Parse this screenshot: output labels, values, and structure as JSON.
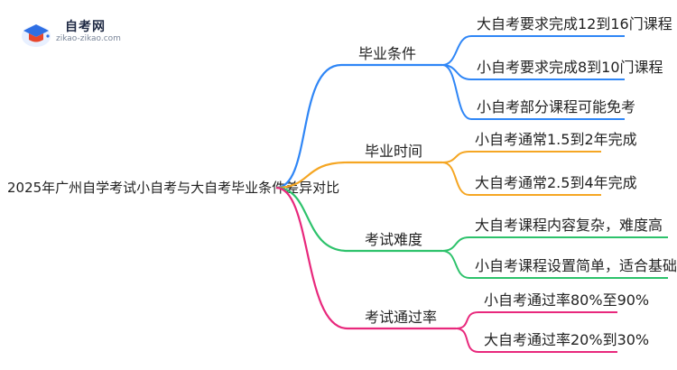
{
  "logo": {
    "name": "自考网",
    "url": "zikao-zikao.com"
  },
  "root": "2025年广州自学考试小自考与大自考毕业条件差异对比",
  "branches": [
    {
      "label": "毕业条件",
      "color": "#2f86f6",
      "children": [
        "大自考要求完成12到16门课程",
        "小自考要求完成8到10门课程",
        "小自考部分课程可能免考"
      ]
    },
    {
      "label": "毕业时间",
      "color": "#f5a623",
      "children": [
        "小自考通常1.5到2年完成",
        "大自考通常2.5到4年完成"
      ]
    },
    {
      "label": "考试难度",
      "color": "#2dc26b",
      "children": [
        "大自考课程内容复杂，难度高",
        "小自考课程设置简单，适合基础较弱考生"
      ]
    },
    {
      "label": "考试通过率",
      "color": "#e8287c",
      "children": [
        "小自考通过率80%至90%",
        "大自考通过率20%到30%"
      ]
    }
  ]
}
